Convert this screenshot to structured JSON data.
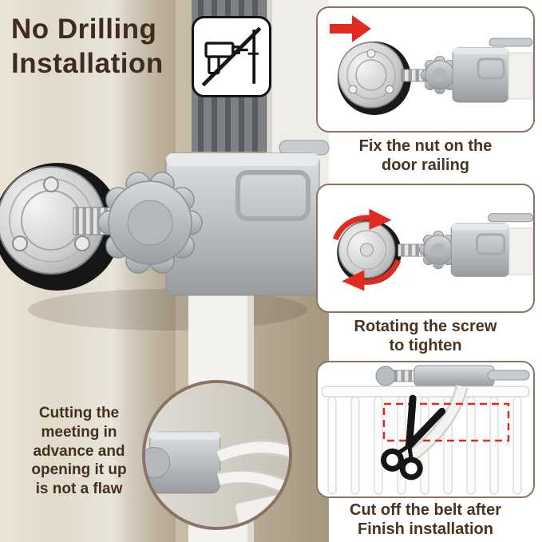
{
  "title": {
    "line1": "No Drilling",
    "line2": "Installation"
  },
  "steps": [
    {
      "line1": "Fix the nut on the",
      "line2": "door railing"
    },
    {
      "line1": "Rotating the screw",
      "line2": "to tighten"
    },
    {
      "line1": "Cut off the belt after",
      "line2": "Finish installation"
    }
  ],
  "note": {
    "lines": [
      "Cutting the",
      "meeting in",
      "advance and",
      "opening it up",
      "is not a flaw"
    ]
  },
  "colors": {
    "text_brown": "#3d2c1f",
    "caption_brown": "#4a3320",
    "panel_border": "#8a7365",
    "accent_red": "#e02b20",
    "wall_beige": "#cfc5b1",
    "metal_gray": "#bcbfc2"
  },
  "icons": {
    "no_drill": "crossed-out drill (no drilling required)",
    "arrow": "red arrow pointing right",
    "rotate": "red rotation arrows",
    "scissors": "scissors cutting belt"
  }
}
